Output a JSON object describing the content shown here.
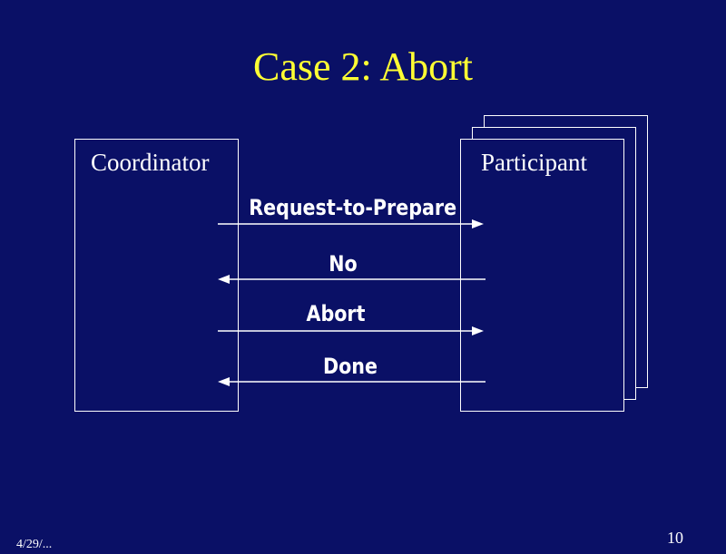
{
  "slide": {
    "title": "Case 2: Abort",
    "page_number": "10",
    "footer_left": "4/29/..."
  },
  "coordinator": {
    "label": "Coordinator"
  },
  "participant": {
    "label": "Participant",
    "stack_count": 3
  },
  "messages": [
    {
      "label": "Request-to-Prepare",
      "direction": "coordinator-to-participant"
    },
    {
      "label": "No",
      "direction": "participant-to-coordinator"
    },
    {
      "label": "Abort",
      "direction": "coordinator-to-participant"
    },
    {
      "label": "Done",
      "direction": "participant-to-coordinator"
    }
  ],
  "colors": {
    "background": "#0a1066",
    "title": "#ffff33",
    "foreground": "#ffffff"
  }
}
